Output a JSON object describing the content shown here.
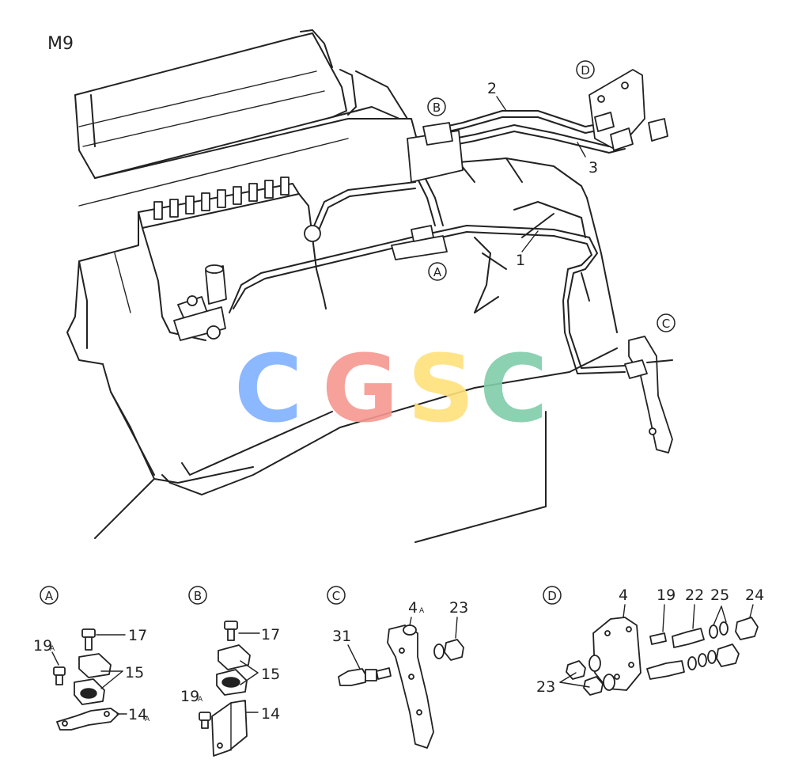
{
  "figure_code": "M9",
  "detail_labels": {
    "A": "A",
    "B": "B",
    "C": "C",
    "D": "D"
  },
  "part_numbers": {
    "p1": "1",
    "p2": "2",
    "p3": "3",
    "a19": "19",
    "a17": "17",
    "a15": "15",
    "a14": "14",
    "b17": "17",
    "b15": "15",
    "b19": "19",
    "b14": "14",
    "c4": "4",
    "c23": "23",
    "c31": "31",
    "d4": "4",
    "d19": "19",
    "d22": "22",
    "d25": "25",
    "d24": "24",
    "d23": "23"
  },
  "suffix_marks": {
    "a19": "A",
    "a14": "A",
    "b19": "A",
    "c4": "A"
  },
  "watermark": {
    "letters": [
      "C",
      "G",
      "S",
      "C"
    ],
    "colors": [
      "#7fb0ff",
      "#f5978f",
      "#ffe07a",
      "#7fcca8"
    ]
  }
}
